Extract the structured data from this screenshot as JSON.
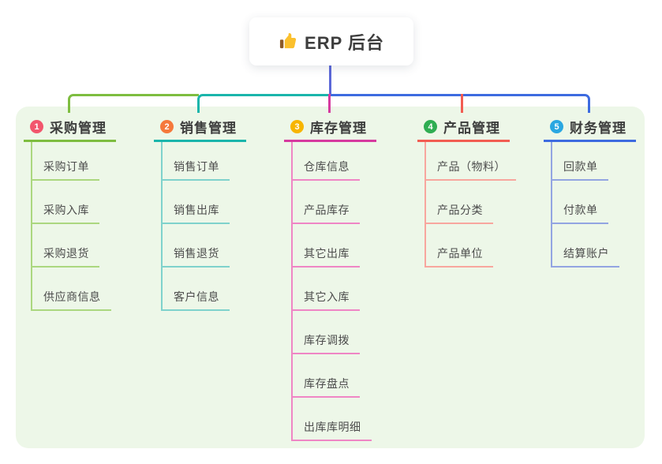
{
  "root": {
    "icon": "thumbs-up",
    "label": "ERP 后台"
  },
  "colors": {
    "canvas_bg": "#ffffff",
    "panel_bg": "#edf7e8",
    "root_connector": "#5c68d8",
    "root_text": "#3d3d3d",
    "child_text": "#4c4c4c"
  },
  "branches": [
    {
      "badge": "1",
      "label": "采购管理",
      "color": "#7ebd40",
      "light_color": "#abd77f",
      "badge_color": "#f2566d",
      "children": [
        "采购订单",
        "采购入库",
        "采购退货",
        "供应商信息"
      ]
    },
    {
      "badge": "2",
      "label": "销售管理",
      "color": "#1ab5ab",
      "light_color": "#7fd2cc",
      "badge_color": "#f5793b",
      "children": [
        "销售订单",
        "销售出库",
        "销售退货",
        "客户信息"
      ]
    },
    {
      "badge": "3",
      "label": "库存管理",
      "color": "#d63a9f",
      "light_color": "#ef86c5",
      "badge_color": "#f7b500",
      "children": [
        "仓库信息",
        "产品库存",
        "其它出库",
        "其它入库",
        "库存调拨",
        "库存盘点",
        "出库库明细"
      ]
    },
    {
      "badge": "4",
      "label": "产品管理",
      "color": "#f25d52",
      "light_color": "#f8a69e",
      "badge_color": "#2fad52",
      "children": [
        "产品（物料）",
        "产品分类",
        "产品单位"
      ]
    },
    {
      "badge": "5",
      "label": "财务管理",
      "color": "#3d6be0",
      "light_color": "#93a5e2",
      "badge_color": "#2aa7e1",
      "children": [
        "回款单",
        "付款单",
        "结算账户"
      ]
    }
  ]
}
